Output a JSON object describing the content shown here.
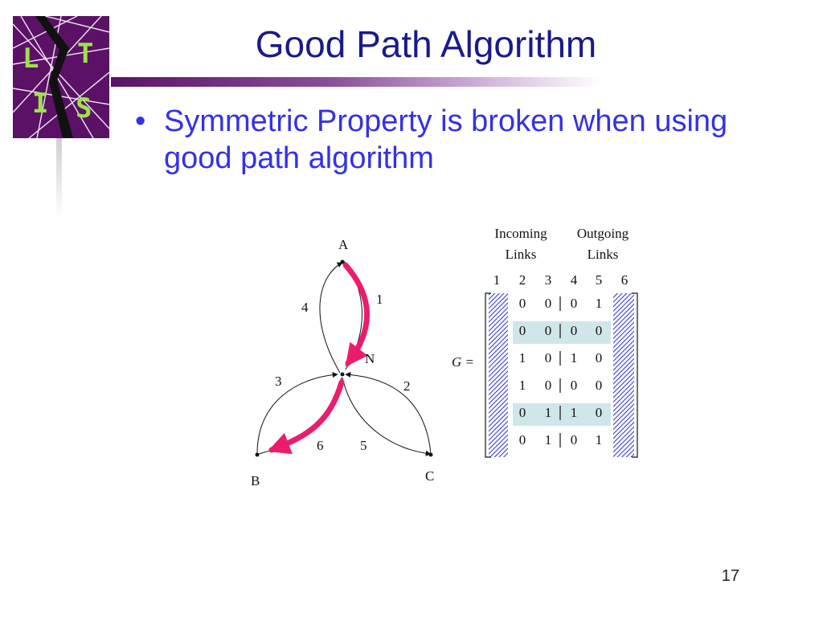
{
  "slide": {
    "title": "Good Path Algorithm",
    "bullet_marker": "•",
    "bullet": "Symmetric Property is broken when using good path algorithm",
    "page_number": "17"
  },
  "logo": {
    "letters": [
      "L",
      "T",
      "I",
      "S"
    ]
  },
  "graph": {
    "nodes": {
      "a": "A",
      "n": "N",
      "b": "B",
      "c": "C"
    },
    "edges": {
      "e1": "1",
      "e2": "2",
      "e3": "3",
      "e4": "4",
      "e5": "5",
      "e6": "6"
    },
    "highlight_color": "#ec1c6c"
  },
  "matrix": {
    "incoming_header": [
      "Incoming",
      "Links"
    ],
    "outgoing_header": [
      "Outgoing",
      "Links"
    ],
    "column_numbers": [
      "1",
      "2",
      "3",
      "4",
      "5",
      "6"
    ],
    "label": "G =",
    "rows": [
      [
        "0",
        "0",
        "0",
        "1"
      ],
      [
        "0",
        "0",
        "0",
        "0"
      ],
      [
        "1",
        "0",
        "1",
        "0"
      ],
      [
        "1",
        "0",
        "0",
        "0"
      ],
      [
        "0",
        "1",
        "1",
        "0"
      ],
      [
        "0",
        "1",
        "0",
        "1"
      ]
    ],
    "highlight_rows": [
      1,
      4
    ],
    "highlight_color": "#cfe6ea",
    "hatch_color": "#3b3bd6"
  }
}
